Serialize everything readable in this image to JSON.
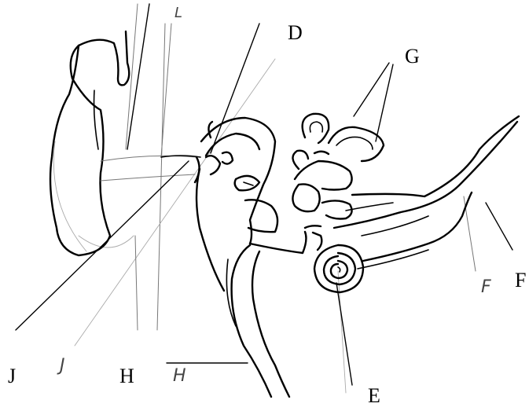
{
  "diagram": {
    "labels": {
      "d": "D",
      "g": "G",
      "f": "F",
      "f_hand": "F",
      "e": "E",
      "h": "H",
      "h_hand": "H",
      "j": "J",
      "j_hand": "J",
      "top_hand": "L"
    }
  }
}
